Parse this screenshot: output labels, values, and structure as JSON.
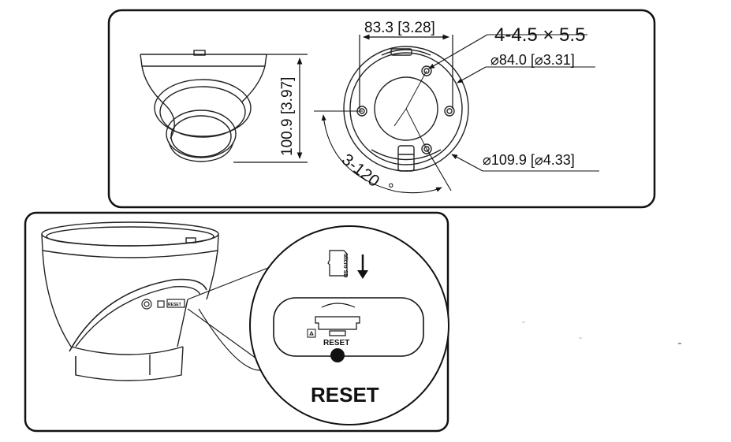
{
  "top_panel": {
    "width_label": "83.3 [3.28]",
    "height_label": "100.9 [3.97]",
    "hole_label": "4-4.5 × 5.5",
    "mount_diameter_label": "⌀84.0 [⌀3.31]",
    "outer_diameter_label": "⌀109.9 [⌀4.33]",
    "angle_label": "3-120",
    "degree_mark": "°"
  },
  "bottom_panel": {
    "sd_card_label": "Micro SD",
    "reset_small_label": "RESET",
    "reset_callout_label": "RESET",
    "side_reset_label": "RESET"
  }
}
